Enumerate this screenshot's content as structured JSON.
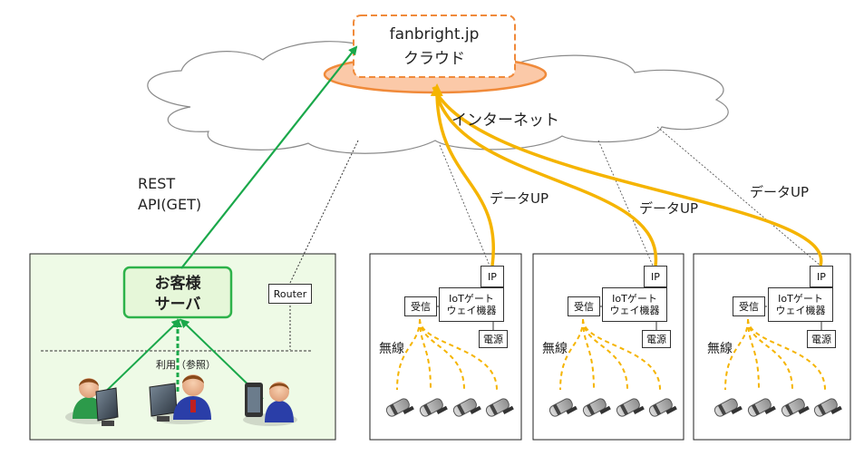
{
  "cloud": {
    "service_title": "fanbright.jp",
    "service_subtitle": "クラウド",
    "internet_label": "インターネット"
  },
  "customer_site": {
    "server_label_1": "お客様",
    "server_label_2": "サーバ",
    "router_label": "Router",
    "usage_label": "利用（参照）",
    "api_label_1": "REST",
    "api_label_2": "API(GET)"
  },
  "gateways": [
    {
      "upload_label": "データUP",
      "ip_label": "IP",
      "receive_label": "受信",
      "device_label_1": "IoTゲート",
      "device_label_2": "ウェイ機器",
      "power_label": "電源",
      "wireless_label": "無線"
    },
    {
      "upload_label": "データUP",
      "ip_label": "IP",
      "receive_label": "受信",
      "device_label_1": "IoTゲート",
      "device_label_2": "ウェイ機器",
      "power_label": "電源",
      "wireless_label": "無線"
    },
    {
      "upload_label": "データUP",
      "ip_label": "IP",
      "receive_label": "受信",
      "device_label_1": "IoTゲート",
      "device_label_2": "ウェイ機器",
      "power_label": "電源",
      "wireless_label": "無線"
    }
  ],
  "colors": {
    "api_arrow": "#1aa84a",
    "data_arrow": "#f5b400",
    "cloud_fill": "#ffffff",
    "cloud_stroke": "#8a8a8a",
    "service_ellipse_fill": "#fbc9a8",
    "service_ellipse_stroke": "#f08a3a",
    "service_box_border": "#f08a3a",
    "customer_panel_fill": "#eefae6",
    "server_box_fill": "#e6f7d9",
    "server_box_border": "#2db24a"
  },
  "icons": {
    "sensor": "sensor-device-icon",
    "user": "user-pc-icon"
  }
}
